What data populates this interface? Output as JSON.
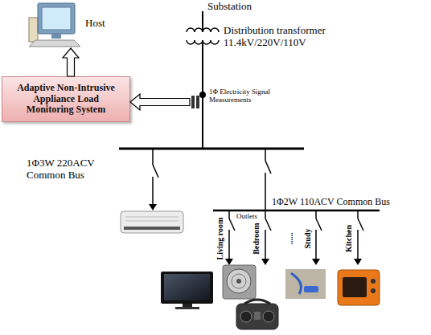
{
  "diagram": {
    "nodes": [
      {
        "text": [
          "Host"
        ]
      },
      {
        "text": [
          "Adaptive Non-Intrusive Appliance Load Monitoring System"
        ]
      },
      {
        "text": [
          "1Φ Electricity Signal Measurements"
        ]
      }
    ],
    "edges": [
      {
        "from": 2,
        "to": 1,
        "arrow": "to"
      },
      {
        "from": 1,
        "to": 0,
        "arrow": "to"
      }
    ],
    "labels": [
      "Substation",
      "Distribution transformer 11.4kV/220V/110V",
      "1Φ3W 220ACV Common Bus",
      "1Φ2W 110ACV Common Bus",
      "Outlets",
      "Living room",
      "Bedroom",
      "......",
      "Study",
      "Kitchen"
    ]
  }
}
